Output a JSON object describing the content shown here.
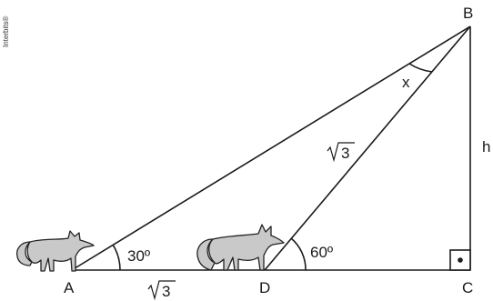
{
  "credit": "Interbits®",
  "vertices": {
    "A": "A",
    "B": "B",
    "C": "C",
    "D": "D"
  },
  "angles": {
    "at_A": "30º",
    "at_D": "60º",
    "at_B": "x"
  },
  "sides": {
    "AD_radicand": "3",
    "BD_radicand": "3",
    "BC": "h"
  },
  "colors": {
    "line": "#1a1a1a",
    "fox_body": "#c9c9c9",
    "fox_outline": "#222222",
    "background": "#ffffff"
  },
  "icons": [
    "fox-icon",
    "fox-icon",
    "right-angle-mark-icon"
  ]
}
